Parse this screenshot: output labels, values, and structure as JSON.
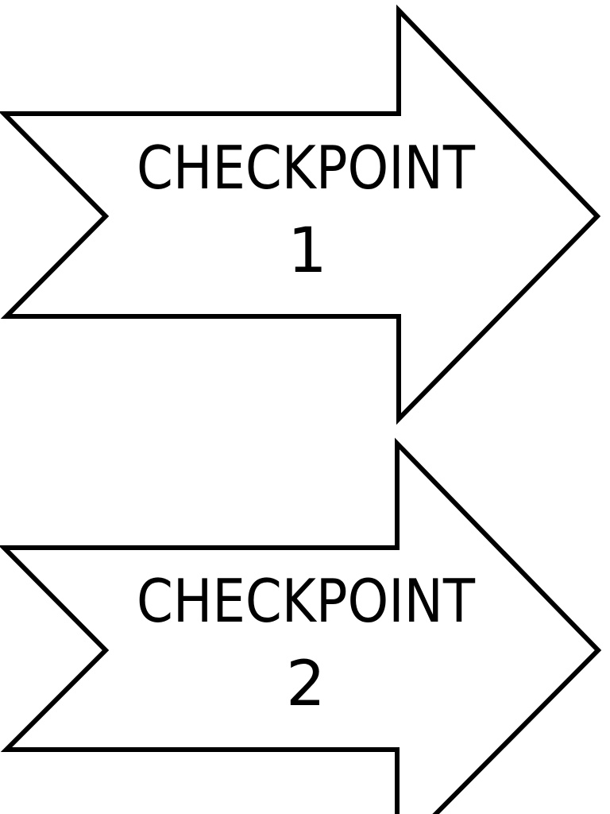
{
  "colors": {
    "bg": "#ffffff",
    "fill": "#ffffff",
    "outline": "#000000",
    "text": "#000000"
  },
  "arrows": [
    {
      "name": "checkpoint-1",
      "label": "CHECKPOINT",
      "number": "1"
    },
    {
      "name": "checkpoint-2",
      "label": "CHECKPOINT",
      "number": "2"
    }
  ]
}
